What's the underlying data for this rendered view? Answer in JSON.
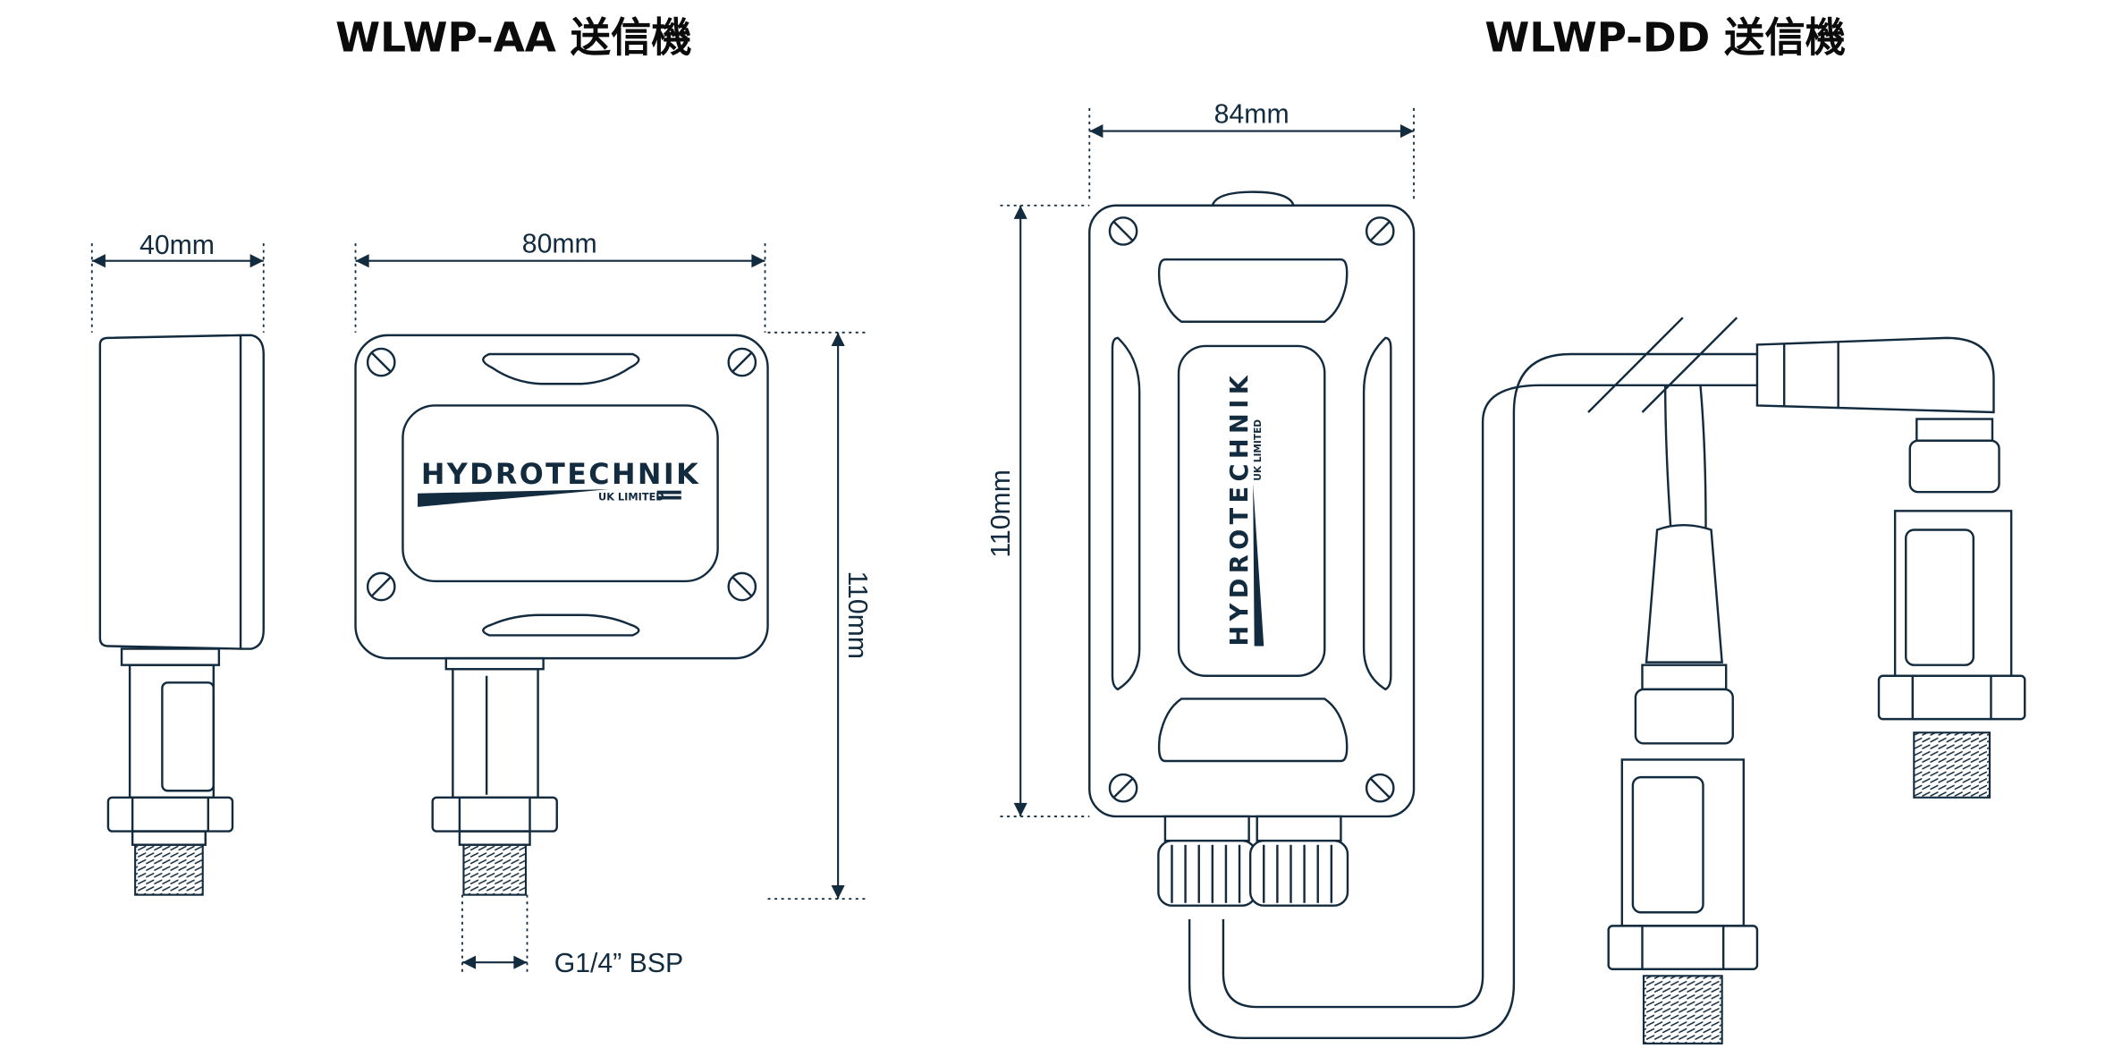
{
  "titles": {
    "left": "WLWP-AA 送信機",
    "right": "WLWP-DD 送信機"
  },
  "dimensions": {
    "aa_depth": "40mm",
    "aa_width": "80mm",
    "aa_height": "110mm",
    "aa_thread": "G1/4” BSP",
    "dd_width": "84mm",
    "dd_height": "110mm"
  },
  "logo": {
    "brand": "HYDROTECHNIK",
    "sub": "UK LIMITED"
  },
  "colors": {
    "line": "#132b3e",
    "background": "#ffffff"
  }
}
